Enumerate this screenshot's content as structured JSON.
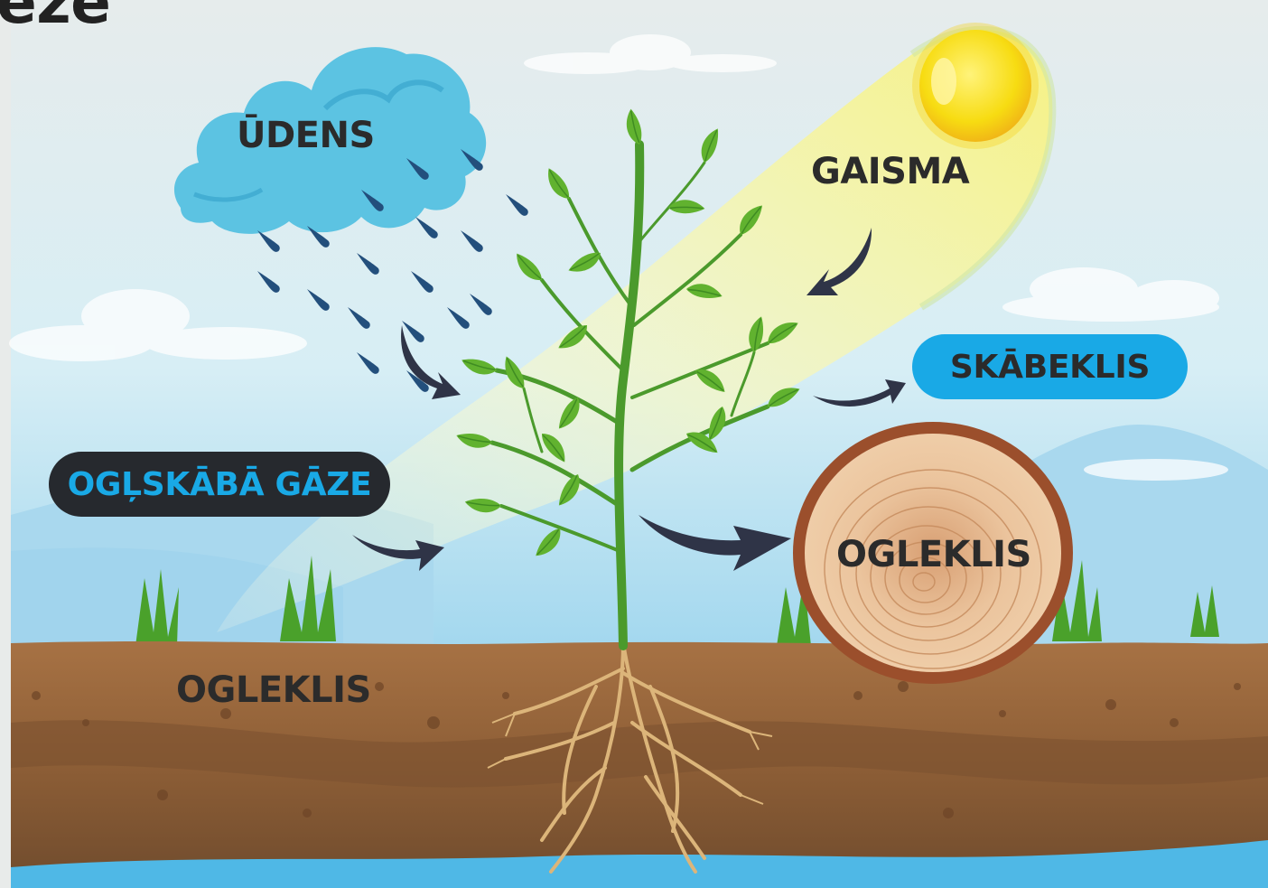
{
  "title_fragment": "eze",
  "labels": {
    "water": "ŪDENS",
    "light": "GAISMA",
    "oxygen": "SKĀBEKLIS",
    "co2": "OGĻSKĀBĀ GĀZE",
    "carbon_wood": "OGLEKLIS",
    "carbon_soil": "OGLEKLIS"
  },
  "colors": {
    "background": "#e8ebea",
    "sky": "#bfe3f1",
    "cloud": "#5ec4e2",
    "rain": "#1f4f7a",
    "sun": "#f6dc12",
    "sun_glow": "#f4f6a4",
    "leaf": "#5fae2e",
    "stem": "#4b9a2c",
    "soil_top": "#9a6a3d",
    "soil_dark": "#7d5431",
    "root": "#d9b47a",
    "wood_bark": "#9a4e2c",
    "wood_face": "#e8c19a",
    "arrow": "#2f3447",
    "oxygen_pill": "#19a9e6",
    "co2_pill": "#26292e",
    "co2_text": "#19a9e6",
    "water_band": "#4fb8e6"
  }
}
